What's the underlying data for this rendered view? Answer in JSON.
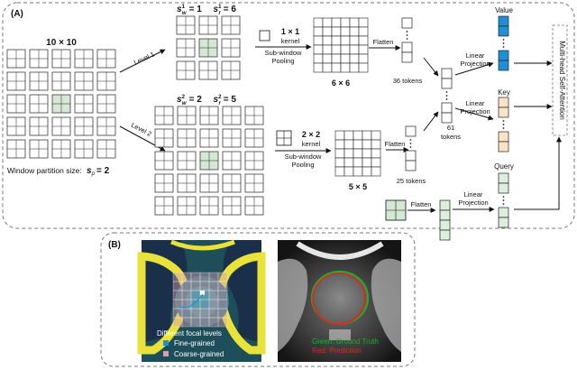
{
  "panel_a": {
    "tag": "(A)",
    "grid_title": "10 × 10",
    "window_label": "Window partition size:",
    "window_formula": "s",
    "window_sub": "p",
    "window_eq": "= 2",
    "level1": "Level 1",
    "level2": "Level 2",
    "l1_sw": "s",
    "l1_sw_sup": "1",
    "l1_sw_sub": "w",
    "l1_sw_eq": "= 1",
    "l1_sr": "s",
    "l1_sr_sup": "1",
    "l1_sr_sub": "r",
    "l1_sr_eq": "= 6",
    "l2_sw": "s",
    "l2_sw_sup": "2",
    "l2_sw_sub": "w",
    "l2_sw_eq": "= 2",
    "l2_sr": "s",
    "l2_sr_sup": "2",
    "l2_sr_sub": "r",
    "l2_sr_eq": "= 5",
    "kernel1": "1 × 1",
    "kernel1_word": "kernel",
    "pool1a": "Sub-window",
    "pool1b": "Pooling",
    "kernel2": "2 × 2",
    "kernel2_word": "kernel",
    "pool2a": "Sub-window",
    "pool2b": "Pooling",
    "grid6": "6 × 6",
    "grid5": "5 × 5",
    "flatten1": "Flatten",
    "flatten2": "Flatten",
    "flatten3": "Flatten",
    "tokens36": "36 tokens",
    "tokens25": "25 tokens",
    "tokens61a": "61",
    "tokens61b": "tokens",
    "linproj1a": "Linear",
    "linproj1b": "Projection",
    "linproj2a": "Linear",
    "linproj2b": "Projection",
    "linproj3a": "Linear",
    "linproj3b": "Projection",
    "value": "Value",
    "key": "Key",
    "query": "Query",
    "mhsa": "Multi-head Self-Attention",
    "colors": {
      "highlight": "#d5e8d4",
      "value": "#1f8fd6",
      "key": "#fbe3c8",
      "query": "#dcefdc"
    }
  },
  "panel_b": {
    "tag": "(B)",
    "legend_title": "Different focal levels",
    "legend_fine": "Fine-grained",
    "legend_coarse": "Coarse-grained",
    "green_label": "Green: Ground Truth",
    "red_label": "Red: Prediction",
    "colors": {
      "fine": "#2a8fc8",
      "coarse": "#d9a0b0",
      "gt": "#1fae2a",
      "pred": "#e0261c"
    }
  }
}
